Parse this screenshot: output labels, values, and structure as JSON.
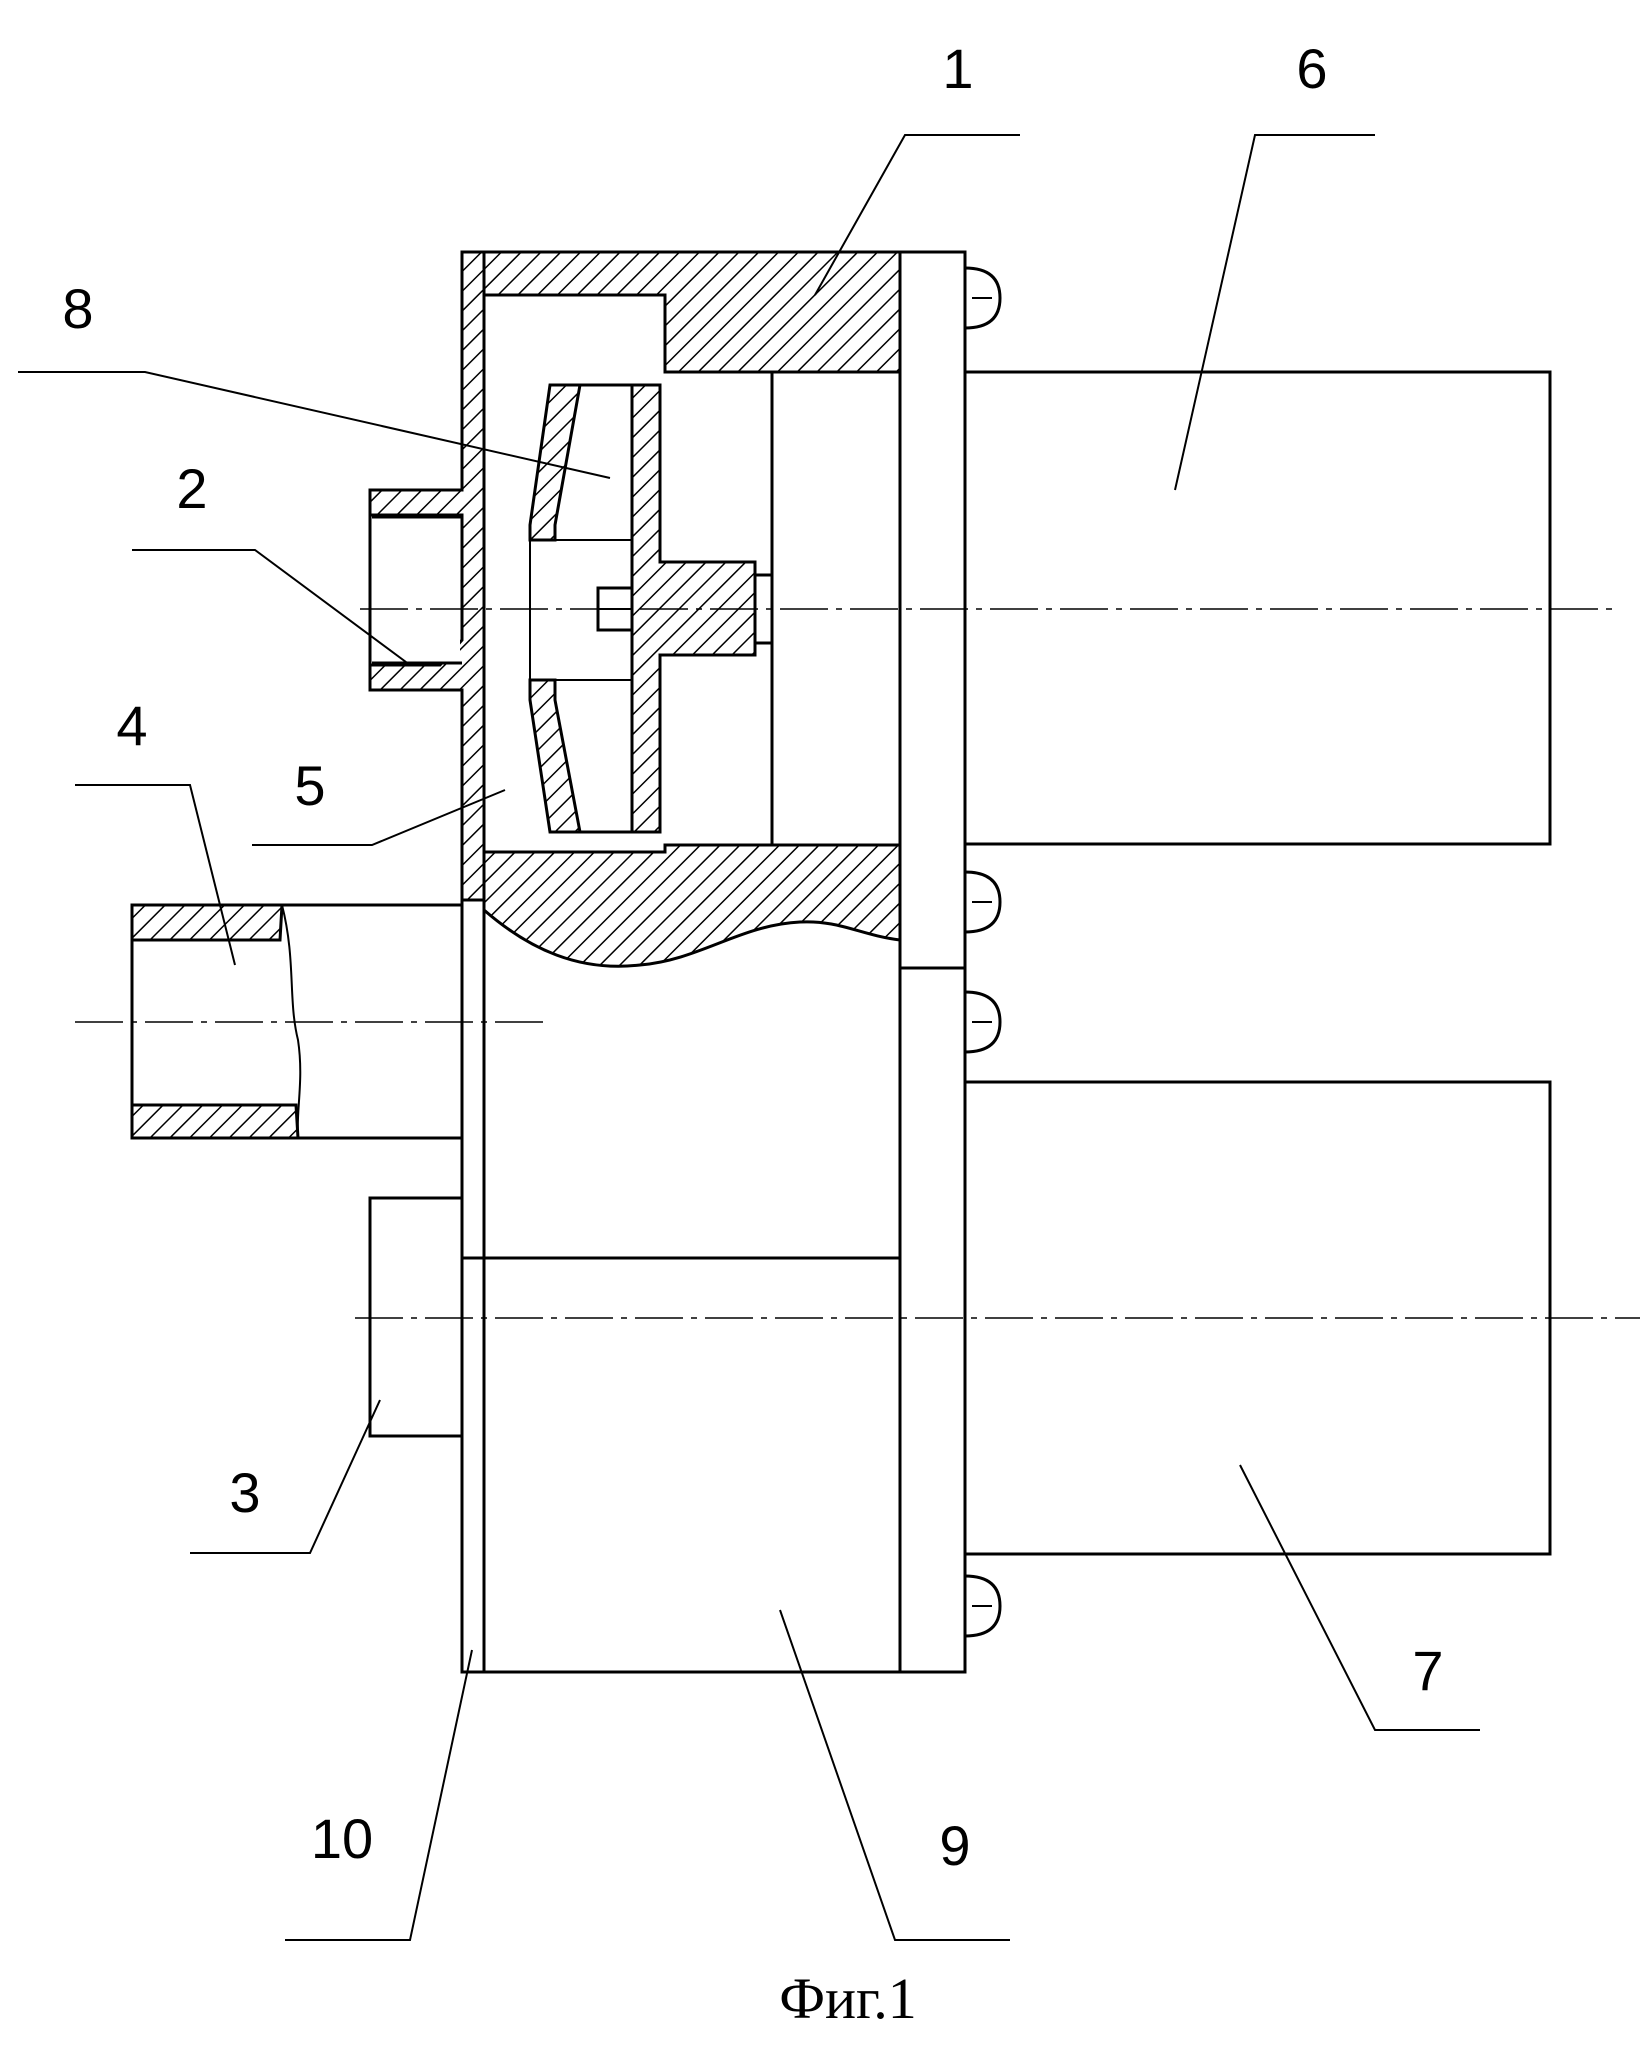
{
  "figure": {
    "caption": "Фиг.1",
    "labels": {
      "l1": "1",
      "l2": "2",
      "l3": "3",
      "l4": "4",
      "l5": "5",
      "l6": "6",
      "l7": "7",
      "l8": "8",
      "l9": "9",
      "l10": "10"
    }
  }
}
